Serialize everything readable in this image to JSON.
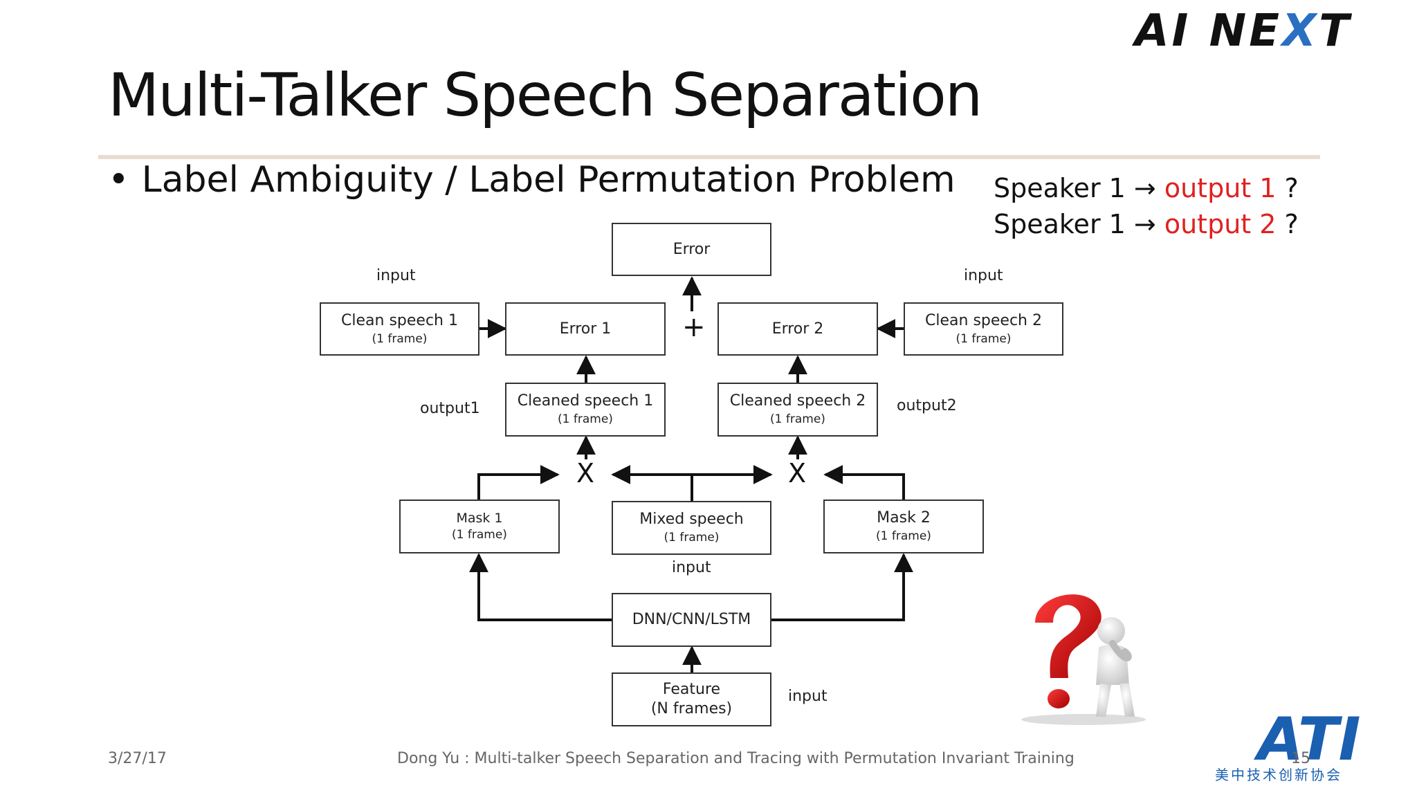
{
  "header": {
    "logo_text": "AI NE",
    "logo_x": "X",
    "logo_tail": "T",
    "title": "Multi-Talker Speech Separation"
  },
  "bullet": {
    "symbol": "•",
    "text": "Label Ambiguity / Label Permutation Problem"
  },
  "speakers": [
    {
      "prefix": "Speaker 1 ",
      "arrow": "→",
      "output": "output 1",
      "suffix": " ?"
    },
    {
      "prefix": "Speaker 1 ",
      "arrow": "→",
      "output": "output 2",
      "suffix": " ?"
    }
  ],
  "diagram": {
    "error_top": "Error",
    "error1": "Error 1",
    "error2": "Error 2",
    "plus": "+",
    "clean1": {
      "line1": "Clean speech 1",
      "line2": "(1 frame)"
    },
    "clean2": {
      "line1": "Clean speech 2",
      "line2": "(1 frame)"
    },
    "cleaned1": {
      "line1": "Cleaned speech 1",
      "line2": "(1 frame)"
    },
    "cleaned2": {
      "line1": "Cleaned speech 2",
      "line2": "(1 frame)"
    },
    "mask1": {
      "line1": "Mask 1",
      "line2": "(1 frame)"
    },
    "mask2": {
      "line1": "Mask 2",
      "line2": "(1 frame)"
    },
    "mixed": {
      "line1": "Mixed speech",
      "line2": "(1 frame)"
    },
    "dnn": "DNN/CNN/LSTM",
    "feature": {
      "line1": "Feature",
      "line2": "(N frames)"
    },
    "label_input_left": "input",
    "label_input_right": "input",
    "label_output1": "output1",
    "label_output2": "output2",
    "label_input_mixed": "input",
    "label_input_feature": "input",
    "multiply": "X"
  },
  "footer": {
    "date": "3/27/17",
    "center": "Dong Yu : Multi-talker Speech Separation and Tracing with Permutation Invariant Training",
    "page": "15",
    "ati_logo": "ATI",
    "ati_subtitle": "美中技术创新协会"
  },
  "colors": {
    "accent_red": "#e02020",
    "rule": "#e6ddd0",
    "ati_blue": "#1a5fb0"
  }
}
